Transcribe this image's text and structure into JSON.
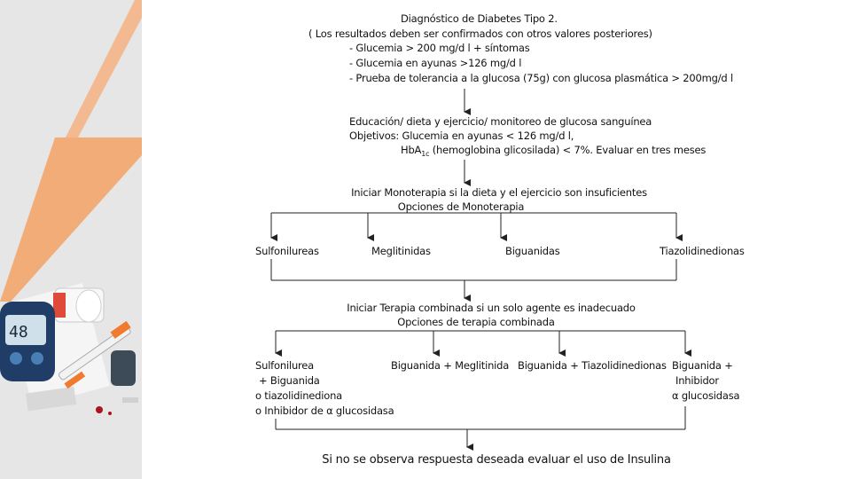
{
  "header": {
    "title": "Diagnóstico de Diabetes Tipo 2.",
    "note": "( Los resultados deben ser confirmados con otros valores posteriores)",
    "criteria": [
      "- Glucemia > 200 mg/d l + síntomas",
      "- Glucemia en ayunas >126 mg/d l",
      "- Prueba de tolerancia a la glucosa (75g) con glucosa plasmática > 200mg/d l"
    ]
  },
  "education": {
    "line1": "Educación/ dieta y ejercicio/ monitoreo de glucosa sanguínea",
    "line2": "Objetivos: Glucemia en ayunas < 126 mg/d l,",
    "line3_prefix": "HbA",
    "line3_sub": "1c",
    "line3_suffix": " (hemoglobina glicosilada) < 7%. Evaluar en tres meses"
  },
  "monotherapy": {
    "title": "Iniciar Monoterapia si la dieta y el ejercicio son insuficientes",
    "subtitle": "Opciones de Monoterapia",
    "options": [
      "Sulfonilureas",
      "Meglitinidas",
      "Biguanidas",
      "Tiazolidinedionas"
    ]
  },
  "combined": {
    "title": "Iniciar Terapia combinada si un solo agente es inadecuado",
    "subtitle": "Opciones de terapia combinada",
    "option1": [
      "Sulfonilurea",
      "+ Biguanida",
      "o tiazolidinediona",
      "o Inhibidor de α glucosidasa"
    ],
    "option2": "Biguanida + Meglitinida",
    "option3": "Biguanida + Tiazolidinedionas",
    "option4": [
      "Biguanida +",
      "Inhibidor",
      "α glucosidasa"
    ]
  },
  "final": "Si no se observa respuesta deseada evaluar el uso de Insulina",
  "colors": {
    "accent_orange": "#f2a56b",
    "panel_gray": "#e6e6e6",
    "line": "#222222"
  }
}
